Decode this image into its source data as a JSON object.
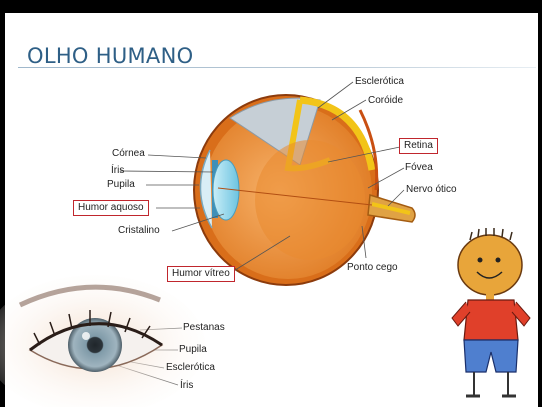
{
  "slide": {
    "title": "OLHO HUMANO",
    "diagram_labels": {
      "esclerotica": "Esclerótica",
      "coroide": "Coróide",
      "retina": "Retina",
      "fovea": "Fóvea",
      "nervo_otico": "Nervo ótico",
      "ponto_cego": "Ponto cego",
      "cornea": "Córnea",
      "iris": "Íris",
      "pupila": "Pupila",
      "humor_aquoso": "Humor aquoso",
      "cristalino": "Cristalino",
      "humor_vitreo": "Humor vítreo"
    },
    "photo_labels": {
      "pestanas": "Pestanas",
      "pupila": "Pupila",
      "esclerotica": "Esclerótica",
      "iris": "Íris"
    },
    "colors": {
      "title": "#2e5f86",
      "highlight_box": "#c0262d",
      "eye_orange": "#e07c1c",
      "lens_blue": "#8fd3e8"
    }
  }
}
